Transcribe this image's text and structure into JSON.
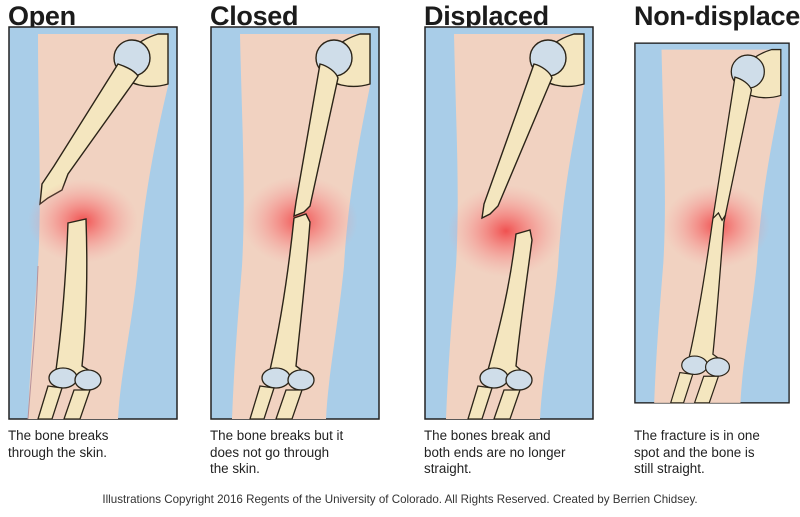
{
  "colors": {
    "background": "#a9cde8",
    "frame": "#222222",
    "skin": "#f1d2c1",
    "bone": "#f4e6bf",
    "bone_outline": "#2b2418",
    "joint": "#cfdde9",
    "pain_glow": "#f05050"
  },
  "panels": [
    {
      "id": "open",
      "title": "Open",
      "caption_lines": [
        "The bone breaks",
        "through the skin."
      ],
      "fracture_type": "open"
    },
    {
      "id": "closed",
      "title": "Closed",
      "caption_lines": [
        "The bone breaks but it",
        "does not go through",
        "the skin."
      ],
      "fracture_type": "closed"
    },
    {
      "id": "displaced",
      "title": "Displaced",
      "caption_lines": [
        "The bones break and",
        "both ends are no longer",
        "straight."
      ],
      "fracture_type": "displaced"
    },
    {
      "id": "non-displaced",
      "title": "Non-displaced",
      "caption_lines": [
        "The fracture is in one",
        "spot and the bone is",
        "still straight."
      ],
      "fracture_type": "non-displaced"
    }
  ],
  "footer": {
    "credit": "Illustrations Copyright 2016 Regents of the University of Colorado.  All Rights Reserved. Created by Berrien Chidsey."
  }
}
